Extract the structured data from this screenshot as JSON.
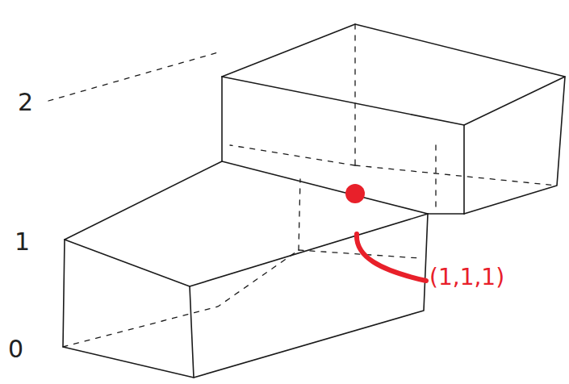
{
  "diagram": {
    "labels": [
      "2",
      "1",
      "0",
      "(1,1,1)"
    ]
  }
}
